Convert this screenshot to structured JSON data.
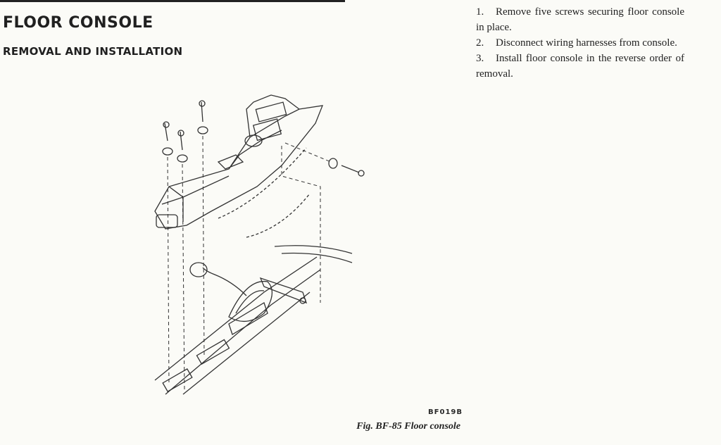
{
  "page": {
    "title": "FLOOR CONSOLE",
    "subtitle": "REMOVAL AND INSTALLATION"
  },
  "steps": [
    {
      "number": "1.",
      "text": "Remove five screws securing floor console in place."
    },
    {
      "number": "2.",
      "text": "Disconnect wiring harnesses from console."
    },
    {
      "number": "3.",
      "text": "Install floor console in the reverse order of removal."
    }
  ],
  "figure": {
    "code": "BF019B",
    "caption": "Fig. BF-85  Floor console"
  }
}
